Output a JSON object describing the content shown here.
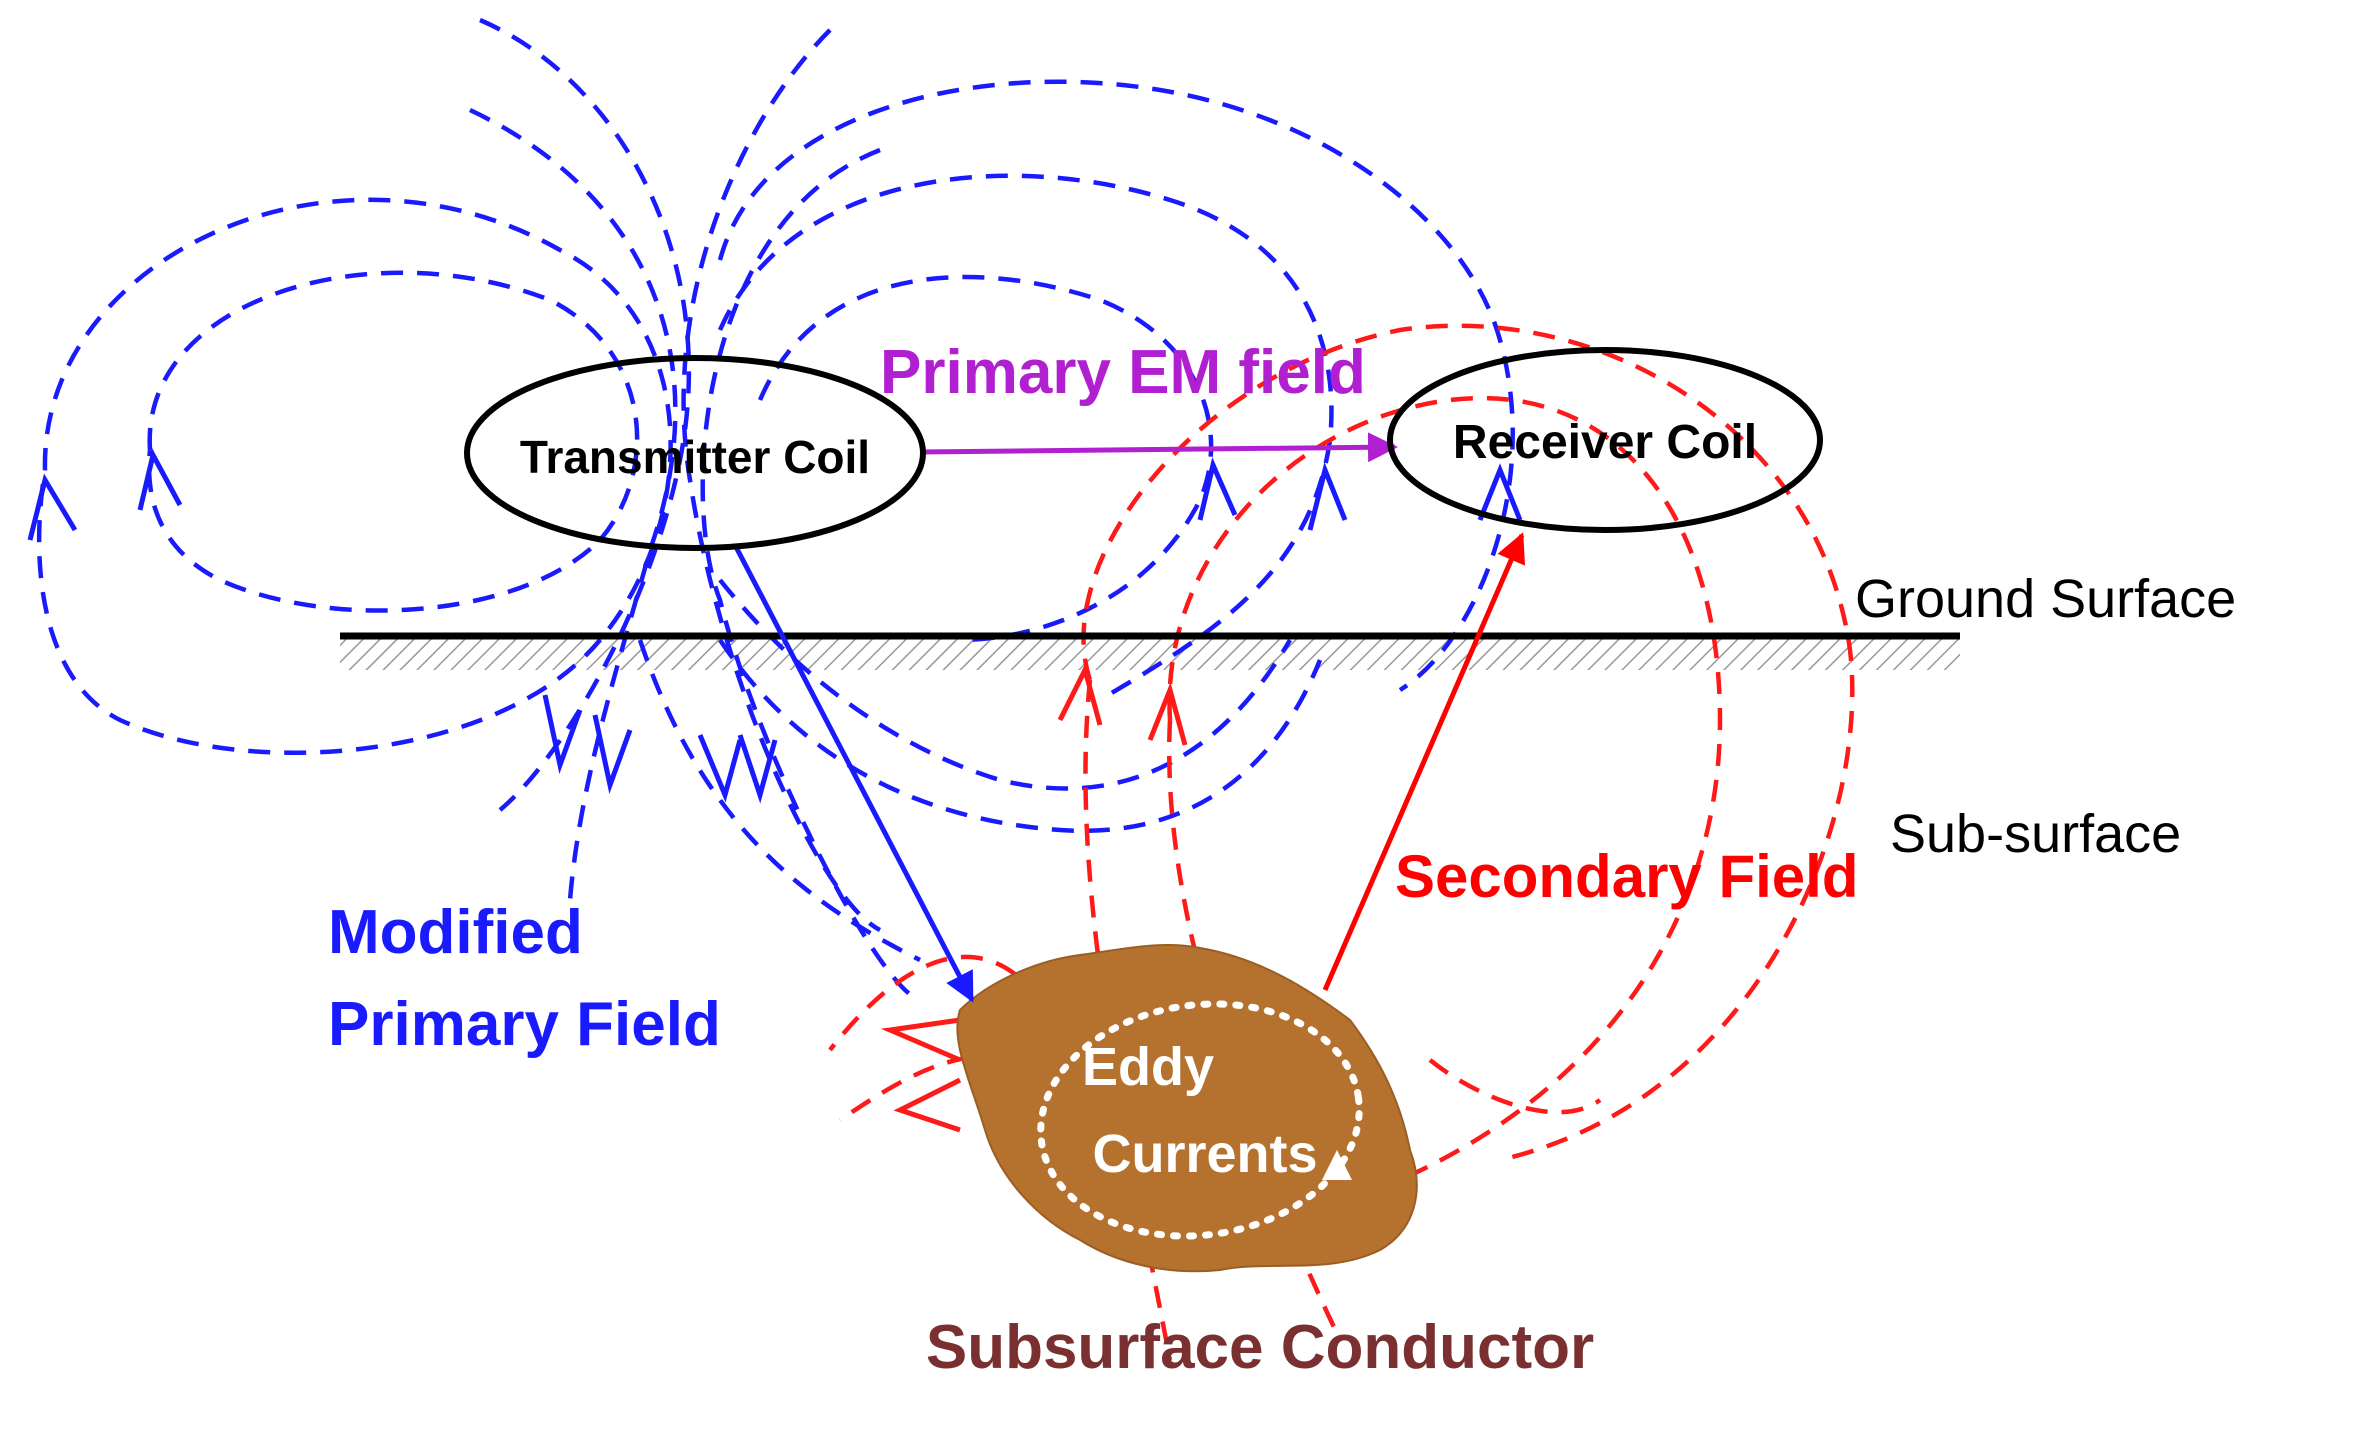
{
  "labels": {
    "primary_em_field": "Primary EM field",
    "transmitter_coil": "Transmitter Coil",
    "receiver_coil": "Receiver Coil",
    "ground_surface": "Ground Surface",
    "sub_surface": "Sub-surface",
    "secondary_field": "Secondary Field",
    "modified_line1": "Modified",
    "modified_line2": "Primary Field",
    "eddy_line1": "Eddy",
    "eddy_line2": "Currents",
    "subsurface_conductor": "Subsurface Conductor"
  },
  "colors": {
    "primary_field_lines": "#1a1aff",
    "secondary_field_lines": "#ff1a1a",
    "primary_em_arrow": "#b020d0",
    "secondary_label": "#ff0000",
    "modified_label": "#1a1aff",
    "conductor_fill": "#b5722f",
    "conductor_label": "#7a3030",
    "coil_outline": "#000000",
    "eddy_current": "#ffffff"
  }
}
